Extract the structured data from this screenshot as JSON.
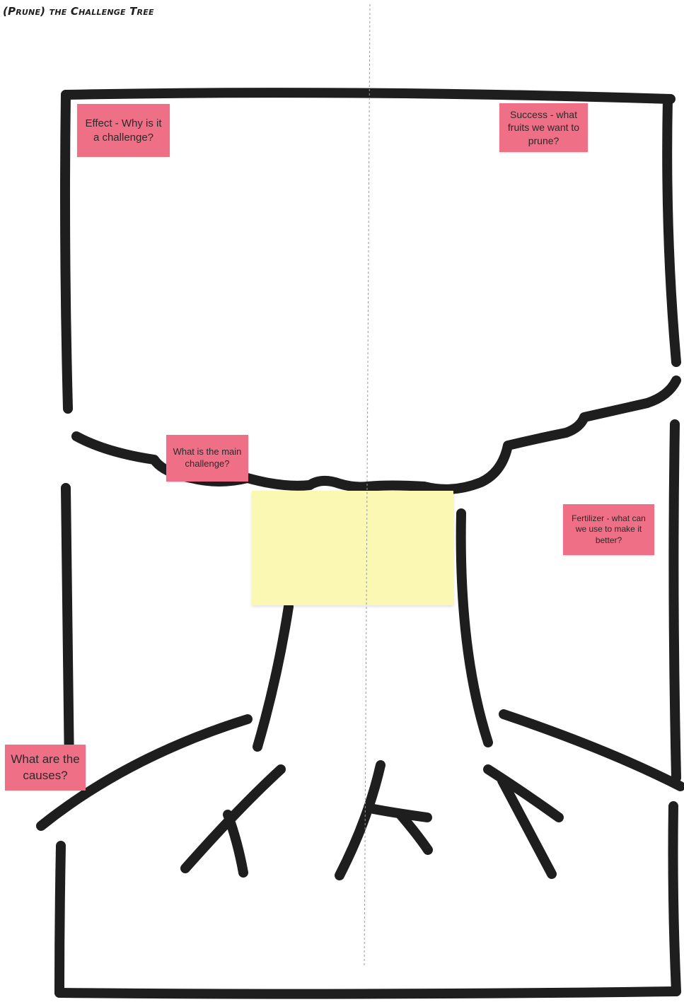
{
  "title": "(Prune) the Challenge Tree",
  "colors": {
    "sticky_pink": "#ef6f86",
    "sticky_yellow": "#fbf8b4",
    "ink": "#1e1e1e",
    "divider": "#9a9a9a"
  },
  "notes": {
    "effect": "Effect - Why is it a challenge?",
    "success": "Success - what fruits we want to prune?",
    "main_challenge": "What is the main challenge?",
    "fertilizer": "Fertilizer - what can we use to make it better?",
    "causes": "What are the causes?",
    "challenge_input": ""
  }
}
